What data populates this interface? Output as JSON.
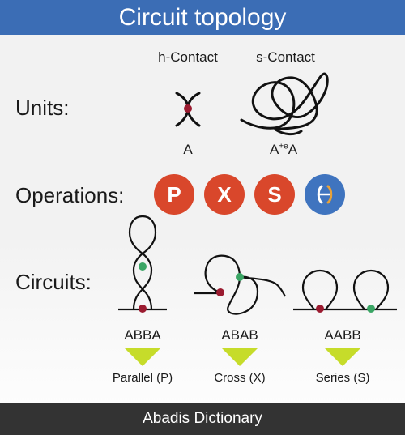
{
  "title": "Circuit topology",
  "sections": {
    "units": "Units:",
    "operations": "Operations:",
    "circuits": "Circuits:"
  },
  "units": {
    "h_contact": {
      "header": "h-Contact",
      "label": "A"
    },
    "s_contact": {
      "header": "s-Contact",
      "label_base": "A",
      "label_sup": "+e",
      "label_tail": "A"
    }
  },
  "operations": [
    {
      "letter": "P",
      "color": "#d9472b"
    },
    {
      "letter": "X",
      "color": "#d9472b"
    },
    {
      "letter": "S",
      "color": "#d9472b"
    },
    {
      "letter": "",
      "color": "#3f74bf",
      "icon": "bracket-swap-icon"
    }
  ],
  "circuits": [
    {
      "code": "ABBA",
      "name": "Parallel (P)"
    },
    {
      "code": "ABAB",
      "name": "Cross (X)"
    },
    {
      "code": "AABB",
      "name": "Series (S)"
    }
  ],
  "colors": {
    "title_bar": "#3b6db5",
    "contact_red": "#9b1b30",
    "contact_green": "#3aa564",
    "triangle": "#c6dc2a"
  },
  "footer": "Abadis Dictionary"
}
